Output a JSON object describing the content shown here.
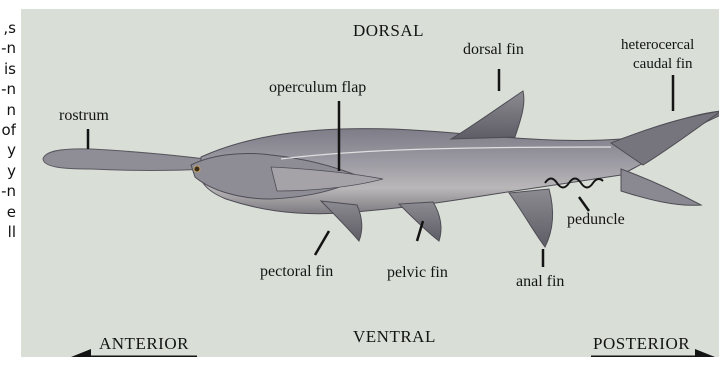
{
  "side_text": [
    "s,",
    "n-",
    "is",
    "n-",
    "n",
    "of",
    "y",
    "y",
    "n-",
    "e",
    "ll"
  ],
  "labels": {
    "dorsal": "DORSAL",
    "ventral": "VENTRAL",
    "anterior": "ANTERIOR",
    "posterior": "POSTERIOR",
    "dorsal_fin": "dorsal fin",
    "heterocercal": "heterocercal",
    "caudal_fin": "caudal fin",
    "operculum_flap": "operculum flap",
    "rostrum": "rostrum",
    "pectoral_fin": "pectoral fin",
    "pelvic_fin": "pelvic fin",
    "anal_fin": "anal fin",
    "peduncle": "peduncle"
  },
  "colors": {
    "background": "#d9dfd6",
    "fish_body": "#8c8a93",
    "fish_dark": "#5c5a63",
    "fish_belly": "#c9c7c6",
    "line": "#141414"
  }
}
